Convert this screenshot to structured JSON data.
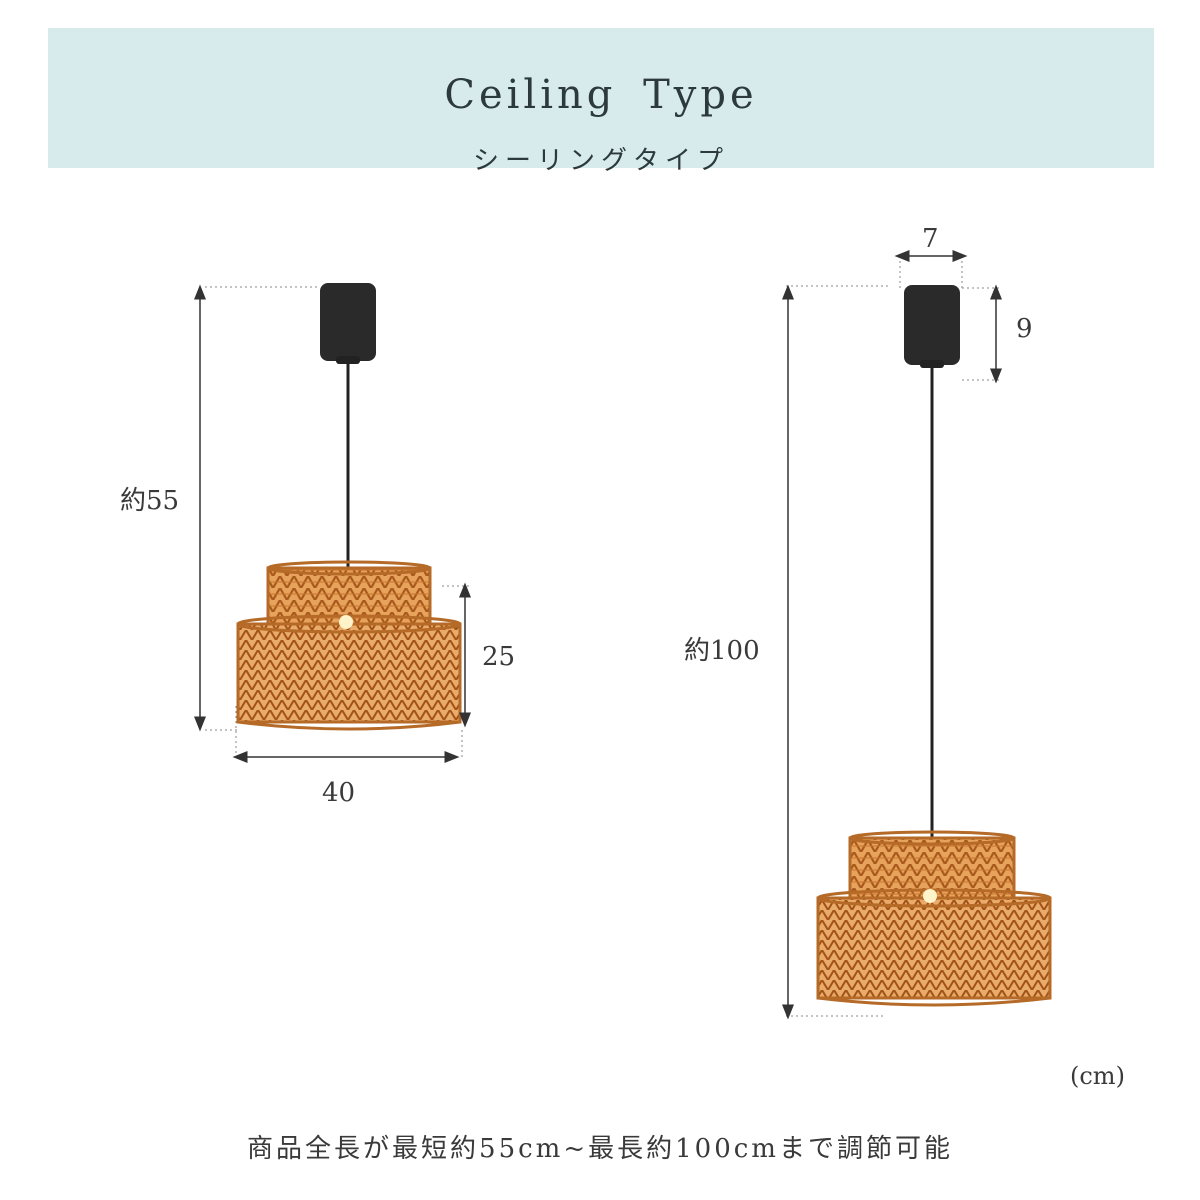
{
  "header": {
    "title": "Ceiling Type",
    "subtitle": "シーリングタイプ"
  },
  "left_lamp": {
    "total_height_label": "約55",
    "shade_height_label": "25",
    "shade_width_label": "40"
  },
  "right_lamp": {
    "canopy_width_label": "7",
    "canopy_height_label": "9",
    "total_height_label": "約100"
  },
  "unit_label": "(cm)",
  "footer": "商品全長が最短約55cm~最長約100cmまで調節可能",
  "colors": {
    "header_bg": "#d8ebec",
    "rattan": "#c4772f",
    "canopy": "#2a2a2a"
  }
}
